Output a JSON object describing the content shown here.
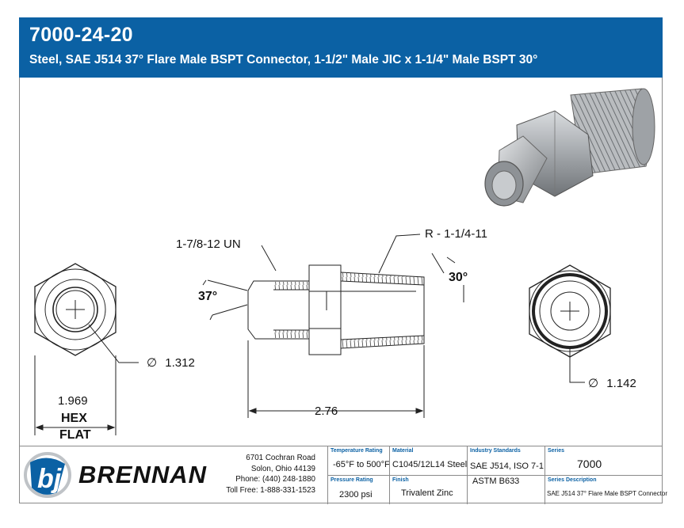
{
  "header": {
    "part_number": "7000-24-20",
    "description": "Steel, SAE J514 37° Flare Male BSPT Connector, 1-1/2\" Male JIC x 1-1/4\" Male BSPT 30°",
    "bg_color": "#0b61a4"
  },
  "drawing": {
    "jic_thread": "1-7/8-12 UN",
    "bspt_thread": "R - 1-1/4-11",
    "flare_angle": "37°",
    "bspt_angle": "30°",
    "jic_bore_diameter": "1.312",
    "bspt_bore_diameter": "1.142",
    "overall_length": "2.76",
    "hex_size": "1.969",
    "hex_label_1": "HEX",
    "hex_label_2": "FLAT",
    "diameter_symbol": "∅"
  },
  "title_block": {
    "brand": "BRENNAN",
    "address": [
      "6701 Cochran Road",
      "Solon, Ohio 44139",
      "Phone: (440) 248-1880",
      "Toll Free: 1-888-331-1523"
    ],
    "temperature_rating_label": "Temperature Rating",
    "temperature_rating": "-65°F to 500°F",
    "pressure_rating_label": "Pressure Rating",
    "pressure_rating": "2300 psi",
    "material_label": "Material",
    "material": "C1045/12L14 Steel",
    "finish_label": "Finish",
    "finish": "Trivalent Zinc",
    "industry_standards_label": "Industry Standards",
    "industry_standards_1": "SAE J514, ISO 7-1",
    "industry_standards_2": "ASTM B633",
    "series_label": "Series",
    "series": "7000",
    "series_description_label": "Series Description",
    "series_description": "SAE J514 37° Flare Male BSPT Connector"
  }
}
